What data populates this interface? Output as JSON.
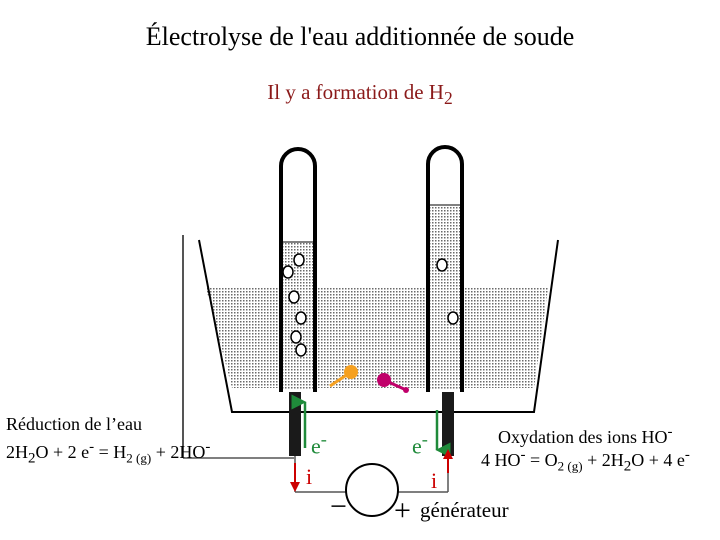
{
  "title": "Électrolyse de l'eau additionnée de soude",
  "subtitle": {
    "text": "Il y a formation de H",
    "subscript": "2"
  },
  "colors": {
    "subtitle": "#8b1a1a",
    "electron_arrow": "#1f8a3a",
    "current_arrow": "#cc0000",
    "ion_orange": "#f5a020",
    "ion_magenta": "#c0006a",
    "liquid": "#cfcfcf"
  },
  "left_annotation": {
    "line1": "Réduction de l’eau",
    "line2": {
      "a": "2H",
      "a_sub": "2",
      "b": "O + 2 e",
      "b_sup": "-",
      "c": " = H",
      "c_sub": "2 (g)",
      "d": " + 2HO",
      "d_sup": "-"
    }
  },
  "right_annotation": {
    "line1": {
      "a": "Oxydation des ions HO",
      "a_sup": "-"
    },
    "line2": {
      "a": "4 HO",
      "a_sup": "-",
      "b": " = O",
      "b_sub": "2 (g)",
      "c": " + 2H",
      "c_sub": "2",
      "d": "O + 4 e",
      "d_sup": "-"
    }
  },
  "electrons": {
    "left": {
      "base": "e",
      "sup": "-"
    },
    "right": {
      "base": "e",
      "sup": "-"
    }
  },
  "current": {
    "left": "i",
    "right": "i"
  },
  "generator": {
    "minus": "−",
    "plus": "+",
    "label": "générateur"
  },
  "icons": {
    "ion_orange": "ion-orange-icon",
    "ion_magenta": "ion-magenta-icon"
  }
}
